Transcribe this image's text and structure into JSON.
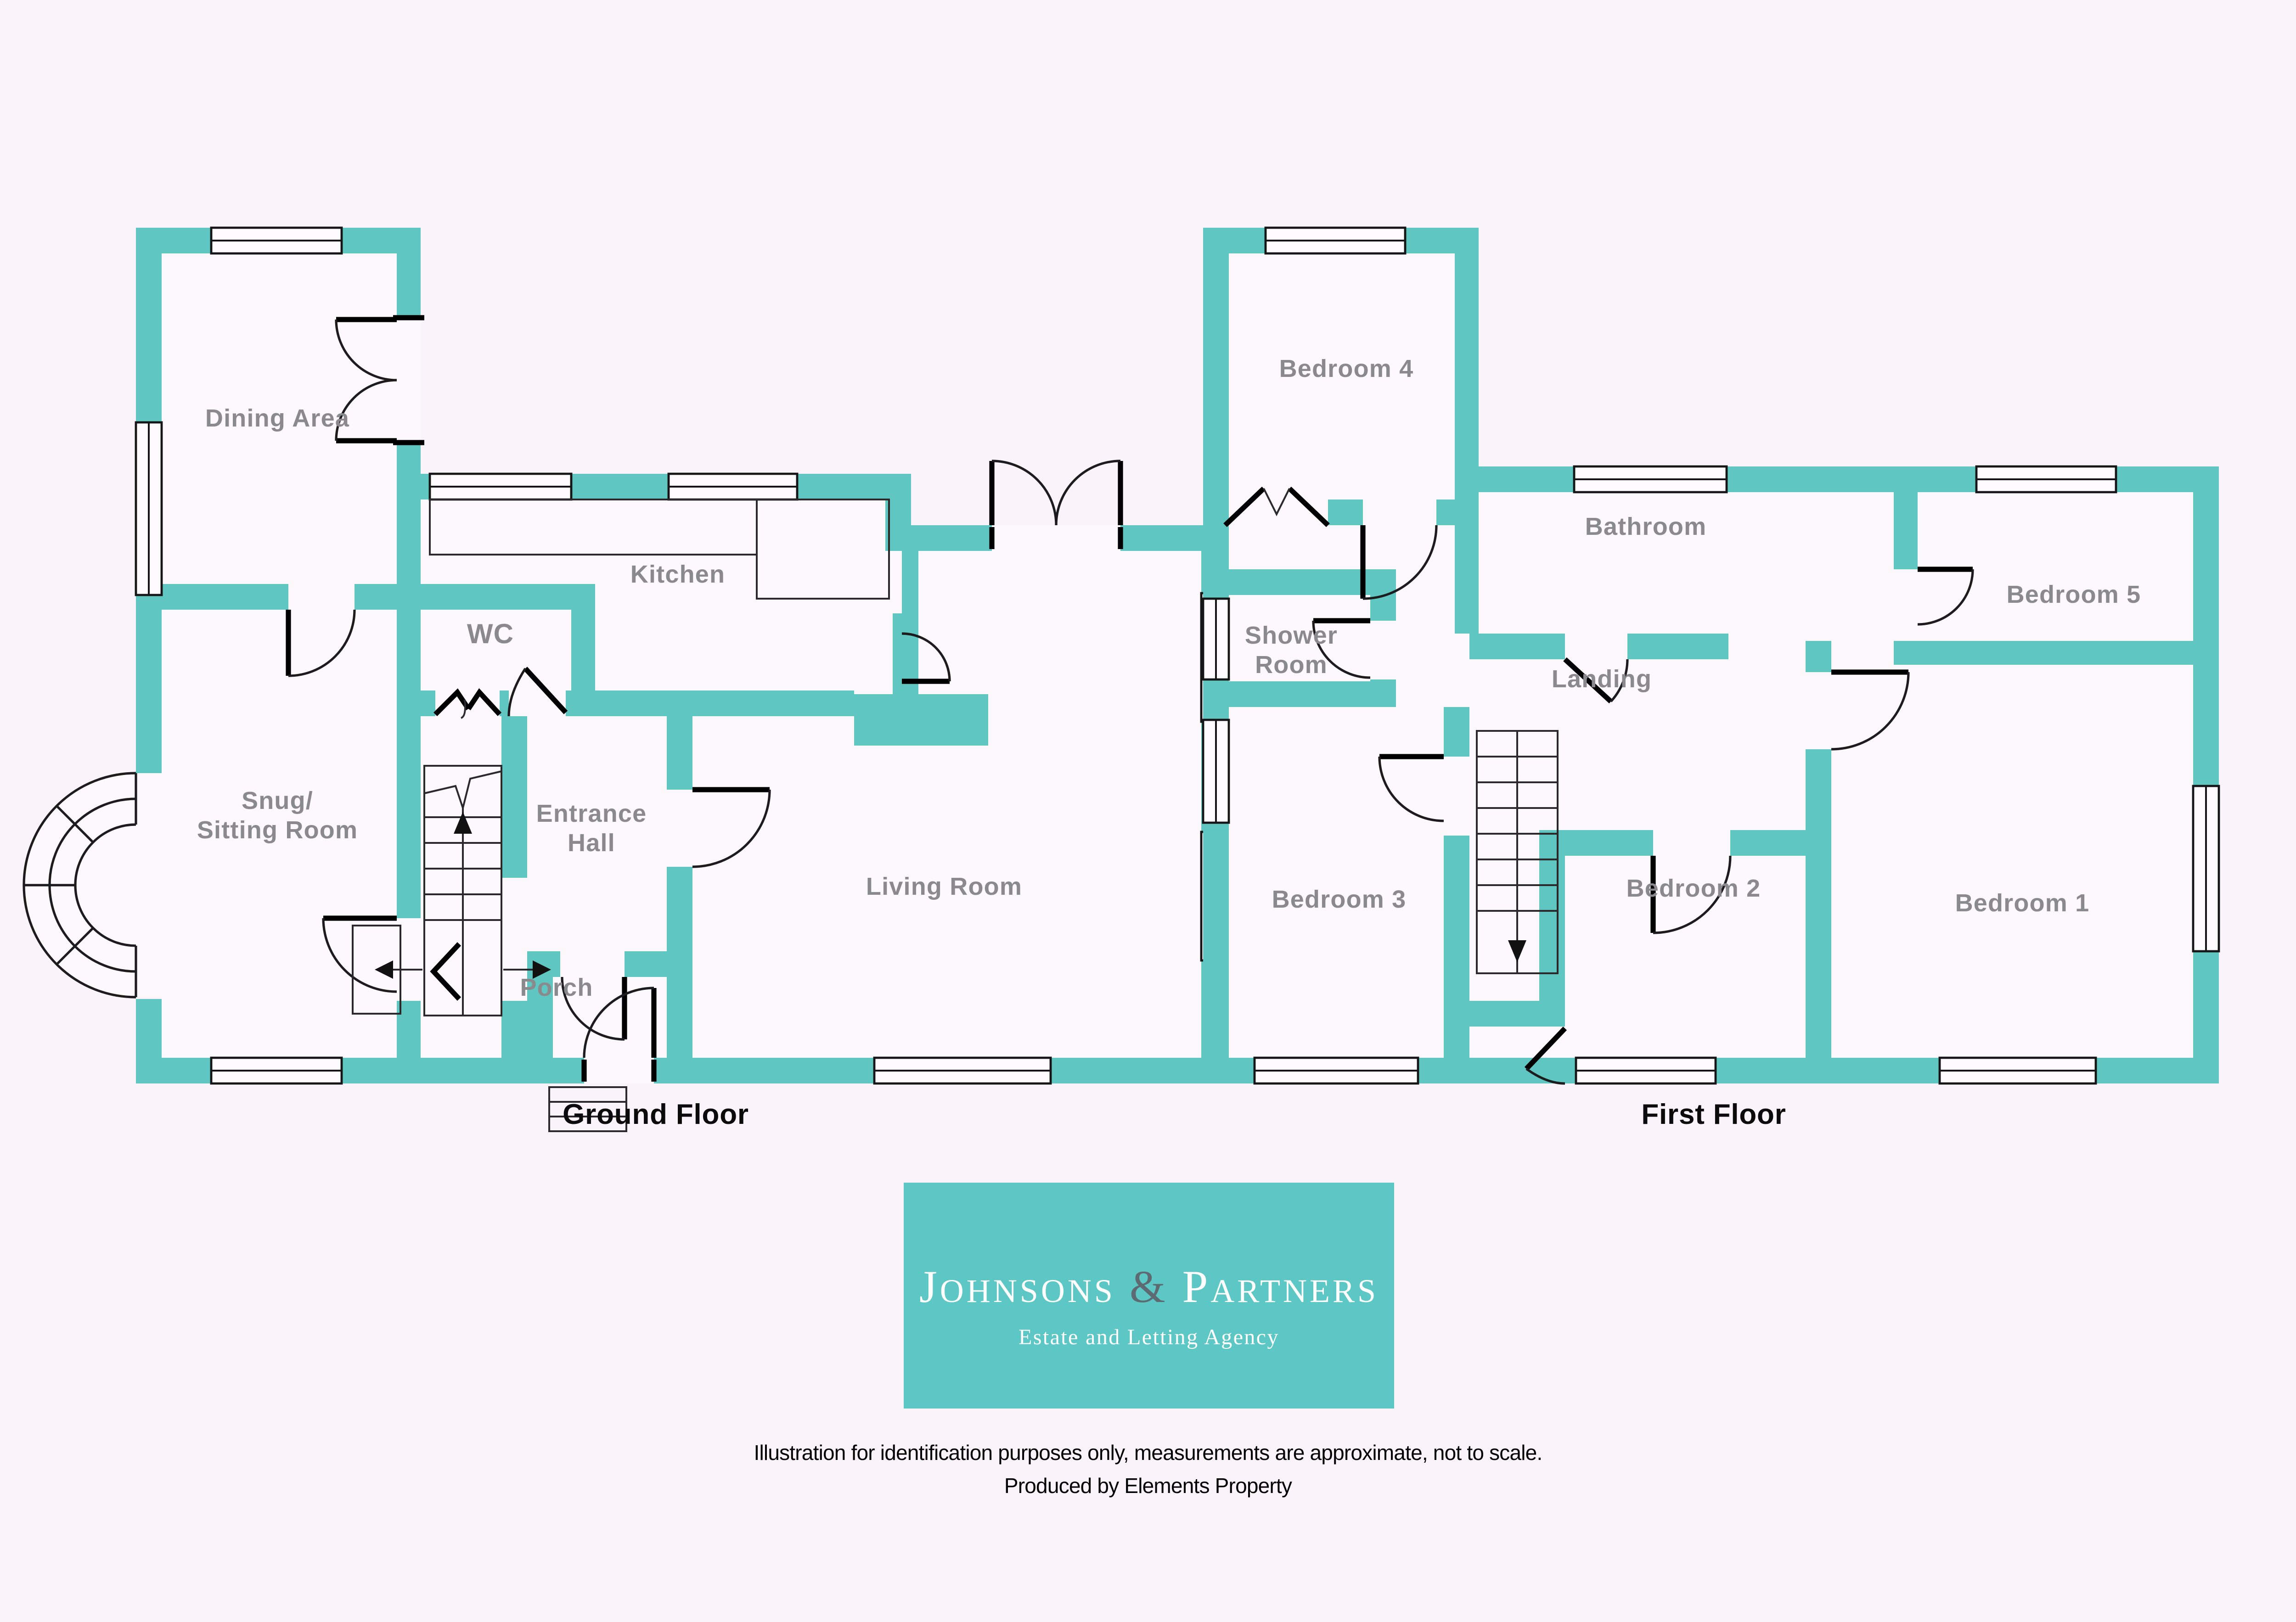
{
  "ground_floor": {
    "title": "Ground Floor",
    "rooms": {
      "dining": "Dining Area",
      "kitchen": "Kitchen",
      "wc": "WC",
      "snug_line1": "Snug/",
      "snug_line2": "Sitting Room",
      "entrance_line1": "Entrance",
      "entrance_line2": "Hall",
      "porch": "Porch",
      "living": "Living Room"
    }
  },
  "first_floor": {
    "title": "First Floor",
    "rooms": {
      "bedroom4": "Bedroom 4",
      "shower_line1": "Shower",
      "shower_line2": "Room",
      "bathroom": "Bathroom",
      "bedroom5": "Bedroom 5",
      "landing": "Landing",
      "bedroom3": "Bedroom 3",
      "bedroom2": "Bedroom 2",
      "bedroom1": "Bedroom 1"
    }
  },
  "logo": {
    "name_part1": "Johnsons",
    "ampersand": "&",
    "name_part2": "Partners",
    "tagline": "Estate and Letting Agency"
  },
  "footer": {
    "line1": "Illustration for identification purposes only, measurements are approximate, not to scale.",
    "line2": "Produced by Elements Property"
  },
  "colors": {
    "wall_teal": "#60c6c2",
    "logo_teal": "#5cc7c4",
    "background": "#fbf3fa",
    "room_fill": "#fdf8fc",
    "label_gray": "#8a8a8c"
  }
}
